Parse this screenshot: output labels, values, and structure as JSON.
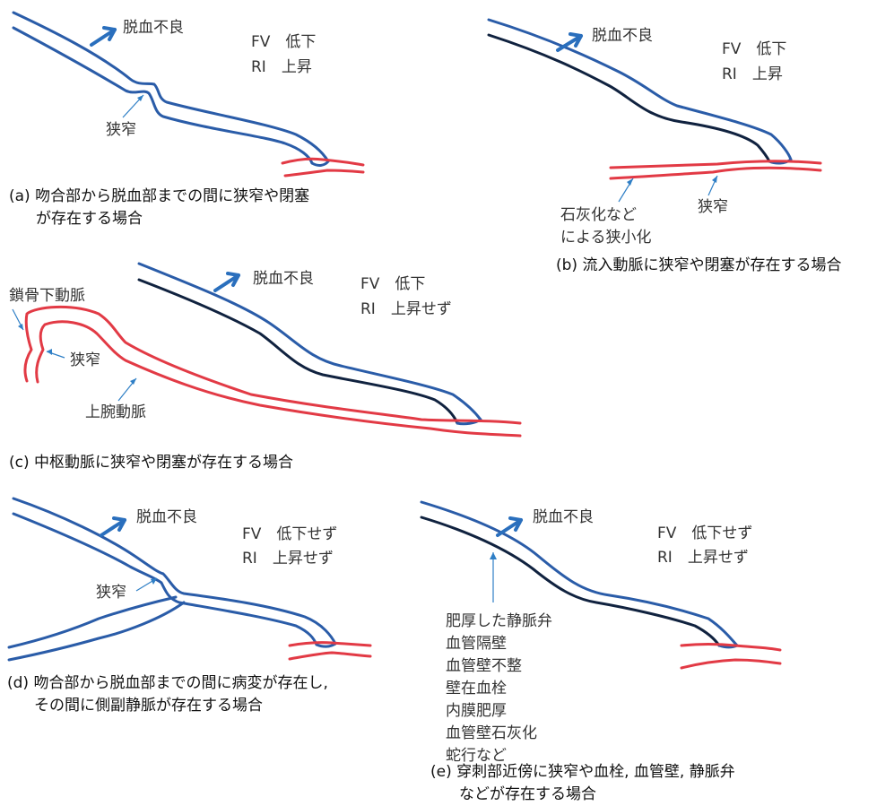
{
  "colors": {
    "vein": "#2a5ca8",
    "vein_dark": "#10223f",
    "artery": "#e23a45",
    "arrow": "#2a6fbd"
  },
  "panel_a": {
    "flow_label": "脱血不良",
    "fv": "FV　低下",
    "ri": "RI　上昇",
    "stenosis": "狭窄",
    "caption_1": "(a) 吻合部から脱血部までの間に狭窄や閉塞",
    "caption_2": "が存在する場合"
  },
  "panel_b": {
    "flow_label": "脱血不良",
    "fv": "FV　低下",
    "ri": "RI　上昇",
    "calc_1": "石灰化など",
    "calc_2": "による狭小化",
    "stenosis": "狭窄",
    "caption": "(b) 流入動脈に狭窄や閉塞が存在する場合"
  },
  "panel_c": {
    "flow_label": "脱血不良",
    "fv": "FV　低下",
    "ri": "RI　上昇せず",
    "subclavian": "鎖骨下動脈",
    "stenosis": "狭窄",
    "brachial": "上腕動脈",
    "caption": "(c) 中枢動脈に狭窄や閉塞が存在する場合"
  },
  "panel_d": {
    "flow_label": "脱血不良",
    "fv": "FV　低下せず",
    "ri": "RI　上昇せず",
    "stenosis": "狭窄",
    "caption_1": "(d) 吻合部から脱血部までの間に病変が存在し,",
    "caption_2": "その間に側副静脈が存在する場合"
  },
  "panel_e": {
    "flow_label": "脱血不良",
    "fv": "FV　低下せず",
    "ri": "RI　上昇せず",
    "causes": [
      "肥厚した静脈弁",
      "血管隔壁",
      "血管壁不整",
      "壁在血栓",
      "内膜肥厚",
      "血管壁石灰化",
      "蛇行など"
    ],
    "caption_1": "(e) 穿刺部近傍に狭窄や血栓, 血管壁, 静脈弁",
    "caption_2": "などが存在する場合"
  }
}
